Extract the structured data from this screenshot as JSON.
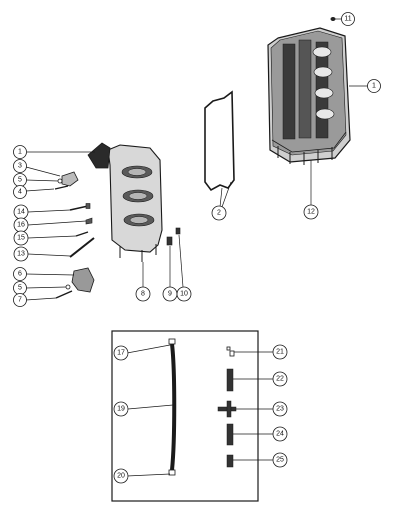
{
  "callouts": {
    "c1a": "1",
    "c11": "11",
    "c12": "12",
    "c2": "2",
    "c1b": "1",
    "c3": "3",
    "c5a": "5",
    "c4": "4",
    "c14": "14",
    "c16": "16",
    "c15": "15",
    "c13": "13",
    "c6": "6",
    "c5b": "5",
    "c7": "7",
    "c8": "8",
    "c9": "9",
    "c10": "10",
    "c17": "17",
    "c19": "19",
    "c20": "20",
    "c21": "21",
    "c22": "22",
    "c23": "23",
    "c24": "24",
    "c25": "25"
  },
  "colors": {
    "ink": "#1a1a1a",
    "paper": "#ffffff"
  }
}
